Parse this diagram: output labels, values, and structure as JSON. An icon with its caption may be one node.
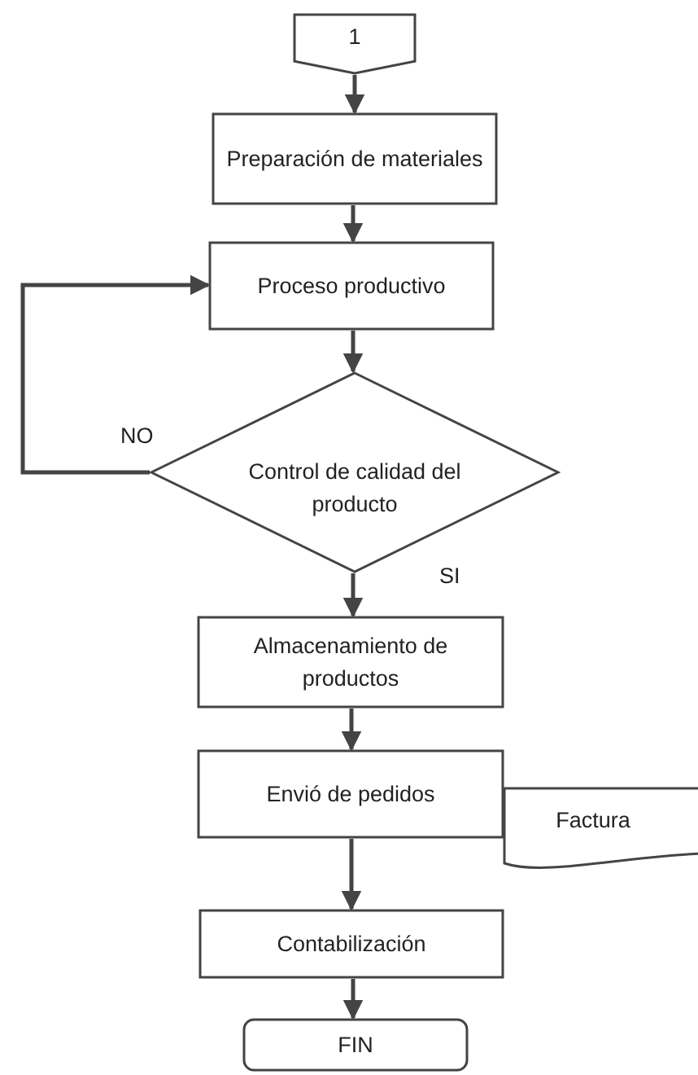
{
  "diagram": {
    "nodes": [
      {
        "text": [
          "1"
        ]
      },
      {
        "text": [
          "Preparación de materiales"
        ]
      },
      {
        "text": [
          "Proceso productivo"
        ]
      },
      {
        "text": [
          "Control de calidad del producto"
        ]
      },
      {
        "text": [
          "Almacenamiento de productos"
        ]
      },
      {
        "text": [
          "Envió de pedidos"
        ]
      },
      {
        "text": [
          "Factura"
        ]
      },
      {
        "text": [
          "Contabilización"
        ]
      },
      {
        "text": [
          "FIN"
        ]
      }
    ],
    "edges": [
      {
        "from": 0,
        "to": 1,
        "arrow": "to"
      },
      {
        "from": 1,
        "to": 2,
        "arrow": "to"
      },
      {
        "from": 2,
        "to": 3,
        "arrow": "to"
      },
      {
        "from": 3,
        "to": 2,
        "arrow": "to",
        "label": "NO"
      },
      {
        "from": 3,
        "to": 4,
        "arrow": "to",
        "label": "SI"
      },
      {
        "from": 4,
        "to": 5,
        "arrow": "to"
      },
      {
        "from": 5,
        "to": 7,
        "arrow": "to"
      },
      {
        "from": 7,
        "to": 8,
        "arrow": "to"
      }
    ]
  }
}
